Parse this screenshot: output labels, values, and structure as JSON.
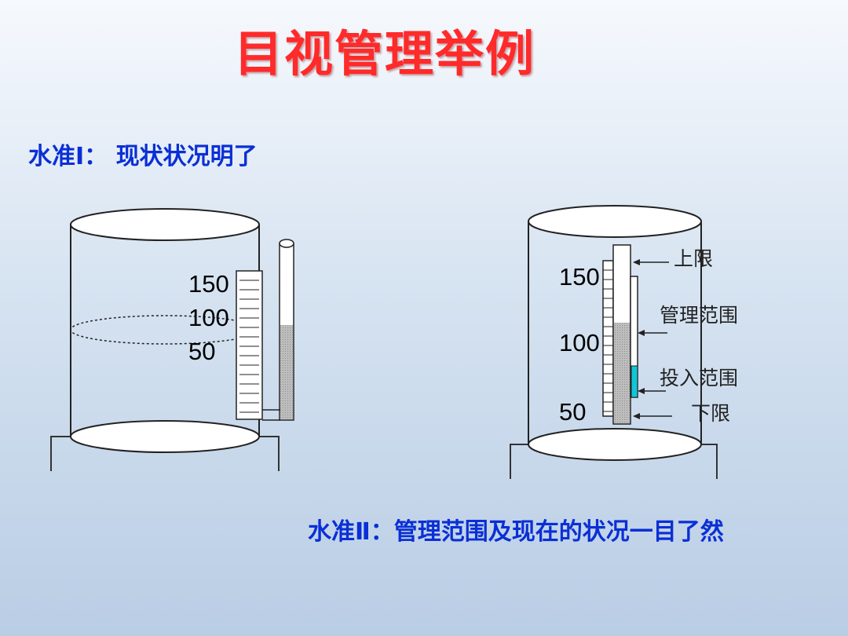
{
  "title": "目视管理举例",
  "level1": {
    "label": "水准Ⅰ：  现状状况明了"
  },
  "level2": {
    "label": "水准Ⅱ：管理范围及现在的状况一目了然"
  },
  "tank1": {
    "scale": [
      "150",
      "100",
      "50"
    ]
  },
  "tank2": {
    "scale": [
      "150",
      "100",
      "50"
    ],
    "labels": {
      "upper": "上限",
      "manage": "管理范围",
      "input": "投入范围",
      "lower": "下限"
    }
  },
  "colors": {
    "title": "#ff2a2a",
    "level_text": "#0a2fd6",
    "input_range": "#12c6d8",
    "liquid": "#b3b3b3"
  }
}
